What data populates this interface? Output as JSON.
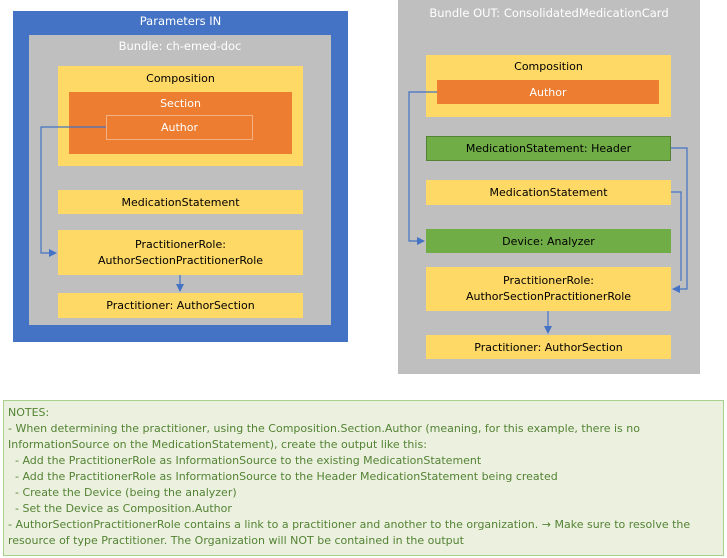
{
  "parameters_in": {
    "title": "Parameters IN",
    "bundle_title": "Bundle: ch-emed-doc",
    "composition": "Composition",
    "section": "Section",
    "author": "Author",
    "medication_statement": "MedicationStatement",
    "practitioner_role_line1": "PractitionerRole:",
    "practitioner_role_line2": "AuthorSectionPractitionerRole",
    "practitioner": "Practitioner: AuthorSection"
  },
  "bundle_out": {
    "title": "Bundle OUT: ConsolidatedMedicationCard",
    "composition": "Composition",
    "author": "Author",
    "medication_statement_header": "MedicationStatement: Header",
    "medication_statement": "MedicationStatement",
    "device": "Device: Analyzer",
    "practitioner_role_line1": "PractitionerRole:",
    "practitioner_role_line2": "AuthorSectionPractitionerRole",
    "practitioner": "Practitioner: AuthorSection"
  },
  "notes": {
    "lines": [
      "NOTES:",
      "- When determining the practitioner, using the Composition.Section.Author (meaning, for this example, there is no",
      "InformationSource on the MedicationStatement), create the output like this:",
      "  - Add the PractitionerRole as InformationSource to the existing MedicationStatement",
      "  - Add the PractitionerRole as InformationSource to the Header MedicationStatement being created",
      "  - Create the Device (being the analyzer)",
      "  - Set the Device as Composition.Author",
      "- AuthorSectionPractitionerRole contains a link to a practitioner and another to the organization. → Make sure to resolve the",
      "resource of type Practitioner. The Organization will NOT be contained in the output"
    ]
  },
  "colors": {
    "parameters_in_blue": "#4472C4",
    "bundle_gray": "#BFBFBF",
    "composition_yellow": "#FFD966",
    "section_orange": "#ED7D31",
    "device_green": "#70AD47",
    "notes_background": "#EBF1DE",
    "notes_text": "#548235"
  }
}
